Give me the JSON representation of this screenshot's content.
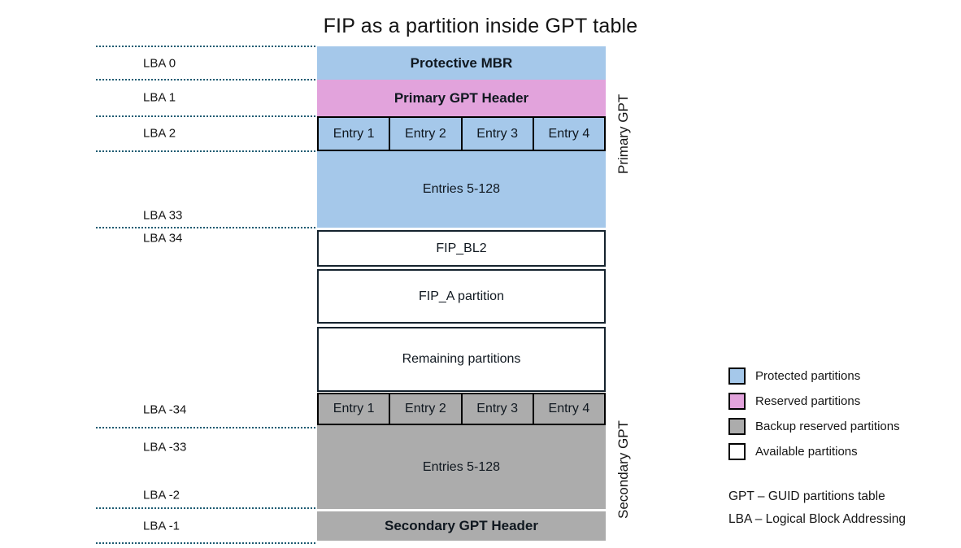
{
  "title": "FIP as a partition inside GPT table",
  "lba_labels": [
    "LBA 0",
    "LBA 1",
    "LBA 2",
    "LBA 33",
    "LBA 34",
    "LBA -34",
    "LBA -33",
    "LBA -2",
    "LBA -1"
  ],
  "blocks": {
    "protective_mbr": "Protective MBR",
    "primary_gpt_header": "Primary GPT Header",
    "primary_entries": [
      "Entry 1",
      "Entry 2",
      "Entry 3",
      "Entry 4"
    ],
    "primary_entries_rest": "Entries 5-128",
    "fip_bl2": "FIP_BL2",
    "fip_a": "FIP_A partition",
    "remaining": "Remaining partitions",
    "secondary_entries": [
      "Entry 1",
      "Entry 2",
      "Entry 3",
      "Entry 4"
    ],
    "secondary_entries_rest": "Entries 5-128",
    "secondary_gpt_header": "Secondary GPT Header"
  },
  "side_labels": {
    "primary": "Primary GPT",
    "secondary": "Secondary GPT"
  },
  "legend": {
    "items": [
      {
        "label": "Protected partitions",
        "color": "#a5c8ea"
      },
      {
        "label": "Reserved partitions",
        "color": "#e2a3dc"
      },
      {
        "label": "Backup reserved partitions",
        "color": "#acacac"
      },
      {
        "label": "Available partitions",
        "color": "#ffffff"
      }
    ],
    "notes": [
      "GPT – GUID partitions table",
      "LBA – Logical Block Addressing"
    ]
  },
  "colors": {
    "protected_blue": "#a5c8ea",
    "reserved_pink": "#e2a3dc",
    "backup_gray": "#acacac",
    "available_white": "#ffffff",
    "dotted_line": "#1d5b72",
    "box_border": "#15232e",
    "entry_border": "#000000",
    "text": "#101820"
  }
}
